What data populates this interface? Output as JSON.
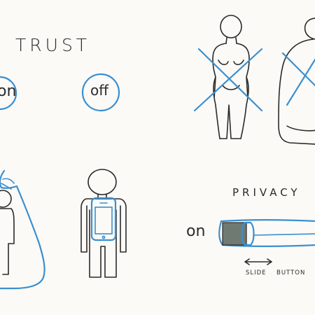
{
  "trust": {
    "title": "TRUST",
    "on_label": "on",
    "off_label": "off"
  },
  "privacy": {
    "title": "PRIVACY",
    "on_label": "on",
    "slide_label": "SLIDE",
    "button_label": "BUTTON"
  },
  "colors": {
    "ink": "#2a2a2a",
    "accent_blue": "#3a8fd0",
    "paper": "#fbfaf7",
    "slider_fill": "#6f7a72"
  },
  "icons": [
    "toggle-on-icon",
    "toggle-off-icon",
    "body-crossed-icon",
    "robed-figure-crossed-icon",
    "person-in-bag-icon",
    "person-with-phone-icon",
    "privacy-slider-icon",
    "double-arrow-icon"
  ]
}
